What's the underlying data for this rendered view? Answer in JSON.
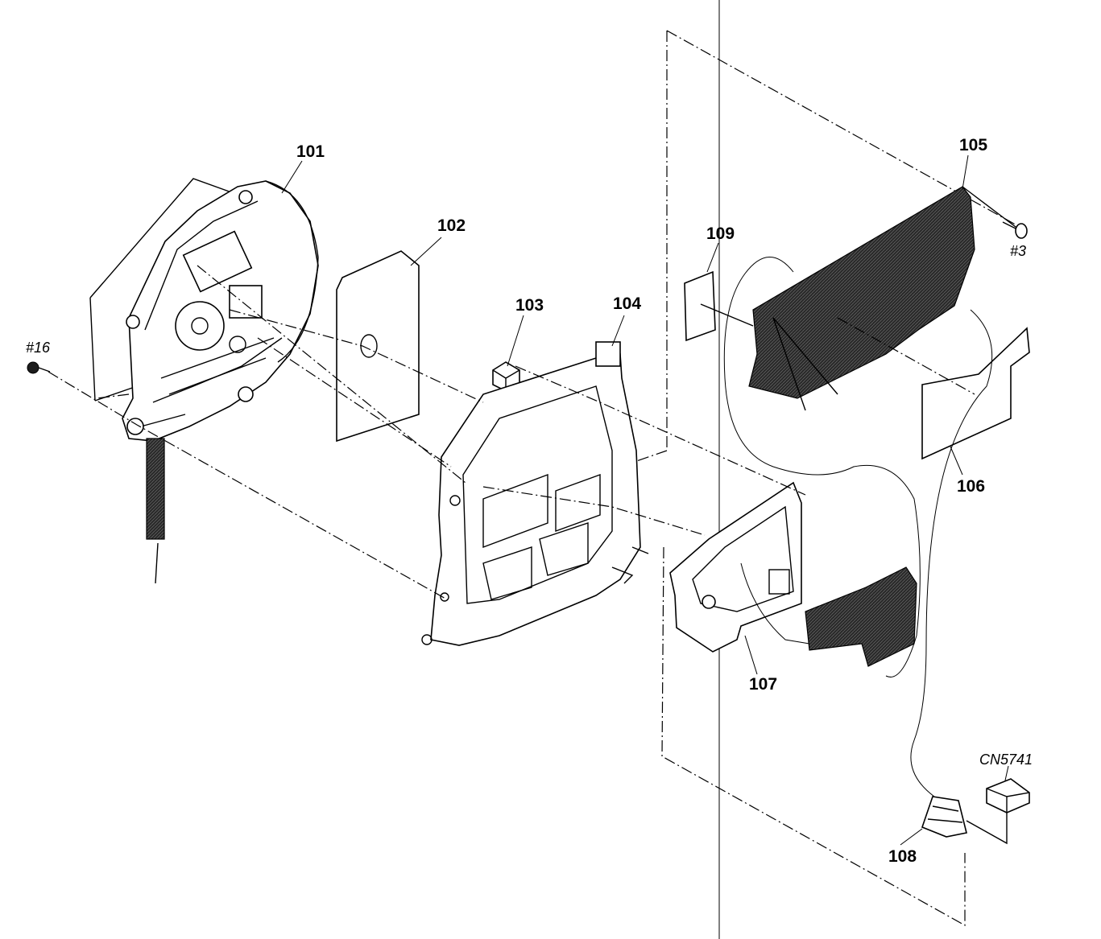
{
  "diagram": {
    "part_labels": [
      "101",
      "102",
      "103",
      "104",
      "105",
      "106",
      "107",
      "108",
      "109"
    ],
    "screw_labels": [
      "#16",
      "#3"
    ],
    "connector_label": "CN5741"
  },
  "colors": {
    "ink": "#000000",
    "paper": "#ffffff",
    "mesh": "#1c1c1c"
  }
}
